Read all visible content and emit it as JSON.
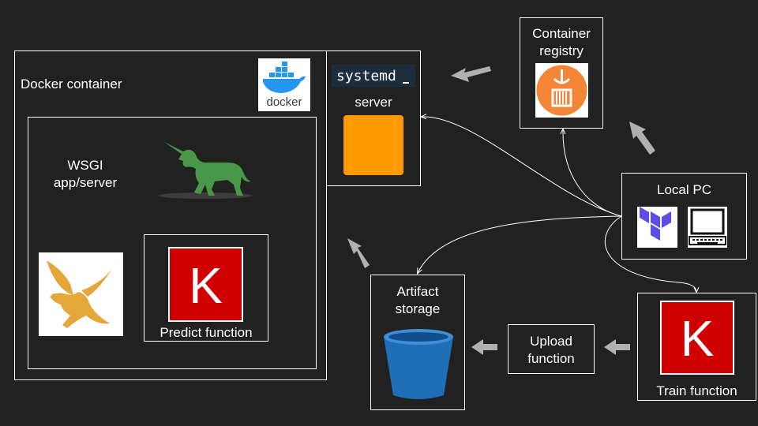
{
  "docker": {
    "label": "Docker container",
    "logo_text": "docker",
    "wsgi_label_line1": "WSGI",
    "wsgi_label_line2": "app/server",
    "predict_label": "Predict function",
    "keras_letter": "K"
  },
  "server": {
    "systemd_text": "systemd",
    "label": "server"
  },
  "registry": {
    "label_line1": "Container",
    "label_line2": "registry"
  },
  "local_pc": {
    "label": "Local PC"
  },
  "artifact": {
    "label_line1": "Artifact",
    "label_line2": "storage"
  },
  "upload": {
    "label_line1": "Upload",
    "label_line2": "function"
  },
  "train": {
    "label": "Train function",
    "keras_letter": "K"
  },
  "colors": {
    "background": "#212121",
    "border": "#ffffff",
    "keras_red": "#d00000",
    "aws_orange": "#ff9900",
    "registry_orange": "#f58536",
    "bucket_blue": "#1f6fb6",
    "gunicorn_green": "#499848",
    "falcon_gold": "#e6a73a",
    "terraform_purple": "#5c4ee5",
    "docker_blue": "#2496ed",
    "gray_arrow": "#b0b0b0"
  }
}
